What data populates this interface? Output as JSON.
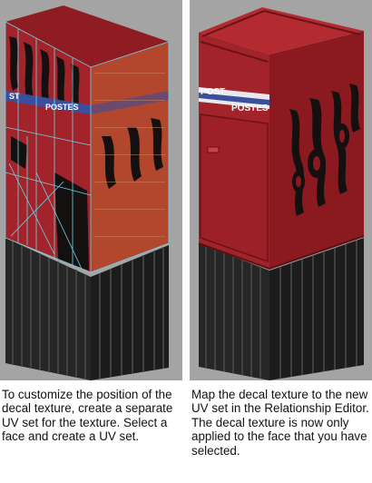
{
  "panels": [
    {
      "caption": "To customize the position of the decal texture, create a separate UV set for the texture. Select a face and create a UV set.",
      "sign_words": [
        "ST",
        "POSTES"
      ]
    },
    {
      "caption": "Map the decal texture to the new UV set in the Relationship Editor. The decal texture is now only applied to the face that you have selected.",
      "sign_words": [
        "POST",
        "POSTES"
      ]
    }
  ],
  "colors": {
    "viewport_bg": "#a4a4a4",
    "mailbox_red": "#a3232a",
    "mailbox_red_dark": "#7e171d",
    "stripe_blue": "#3c4f9c",
    "decal_black": "#141010",
    "wireframe": "#6fd3e6",
    "pedestal": "#2a2a2a"
  }
}
